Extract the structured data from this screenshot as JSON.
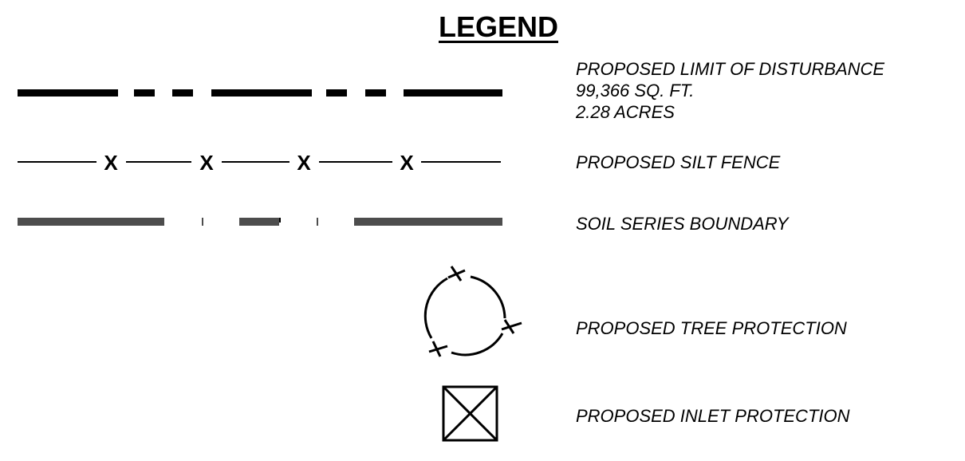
{
  "legend": {
    "title": "LEGEND",
    "items": [
      {
        "symbol": "limit-of-disturbance-line",
        "lines": [
          "PROPOSED LIMIT OF DISTURBANCE",
          "99,366 SQ. FT.",
          "2.28 ACRES"
        ]
      },
      {
        "symbol": "silt-fence-line",
        "marker": "X",
        "lines": [
          "PROPOSED SILT FENCE"
        ]
      },
      {
        "symbol": "soil-series-boundary-line",
        "lines": [
          "SOIL SERIES BOUNDARY"
        ]
      },
      {
        "symbol": "tree-protection-circle",
        "lines": [
          "PROPOSED TREE PROTECTION"
        ]
      },
      {
        "symbol": "inlet-protection-box",
        "lines": [
          "PROPOSED INLET PROTECTION"
        ]
      }
    ]
  },
  "colors": {
    "line": "#000000",
    "soil_boundary": "#4d4d4d",
    "background": "#ffffff"
  }
}
